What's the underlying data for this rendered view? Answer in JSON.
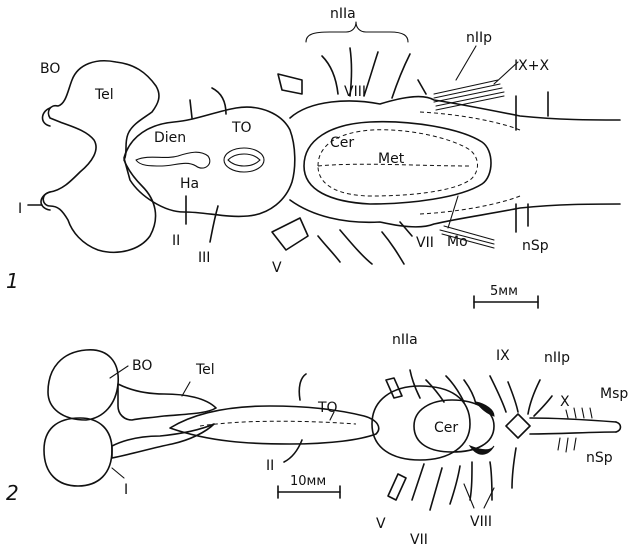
{
  "figure1": {
    "number": "1",
    "labels": {
      "bo": "BO",
      "tel": "Tel",
      "dien": "Dien",
      "ha": "Ha",
      "to": "TO",
      "cer": "Cer",
      "met": "Met",
      "mo": "Mo",
      "nlla": "nIIa",
      "nllp": "nIIp",
      "ix_x": "IX+X",
      "viii": "VIII",
      "vii": "VII",
      "v": "V",
      "iii": "III",
      "ii": "II",
      "i": "I",
      "nsp": "nSp"
    },
    "scale_label": "5мм"
  },
  "figure2": {
    "number": "2",
    "labels": {
      "bo": "BO",
      "tel": "Tel",
      "to": "TO",
      "cer": "Cer",
      "nlla": "nIIa",
      "ix": "IX",
      "nllp": "nIIp",
      "x": "X",
      "msp": "Msp",
      "nsp": "nSp",
      "ii": "II",
      "i": "I",
      "v": "V",
      "vii": "VII",
      "viii": "VIII"
    },
    "scale_label": "10мм"
  }
}
